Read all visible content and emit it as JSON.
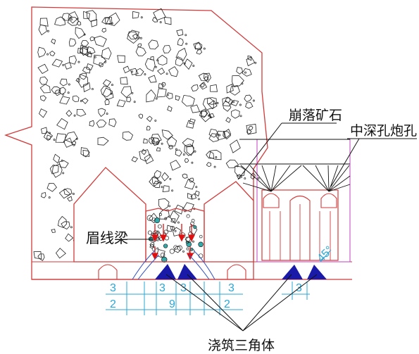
{
  "labels": {
    "caved_ore": "崩落矿石",
    "deep_holes": "中深孔炮孔",
    "brow_beam": "眉线梁",
    "cast_triangle": "浇筑三角体"
  },
  "dimensions": {
    "top_left": "3",
    "top_mid_left": "3",
    "top_mid_right": "3",
    "top_right": "3",
    "bottom_left": "2",
    "bottom_mid": "9",
    "bottom_right": "2",
    "right_small": "3",
    "right_angle": "45°"
  },
  "colors": {
    "outline": "#d23a3a",
    "dimension": "#2aa7d6",
    "triangle": "#1a1aa8",
    "boundary": "#c040c0",
    "rock": "#222222",
    "arrow": "#e01010"
  }
}
